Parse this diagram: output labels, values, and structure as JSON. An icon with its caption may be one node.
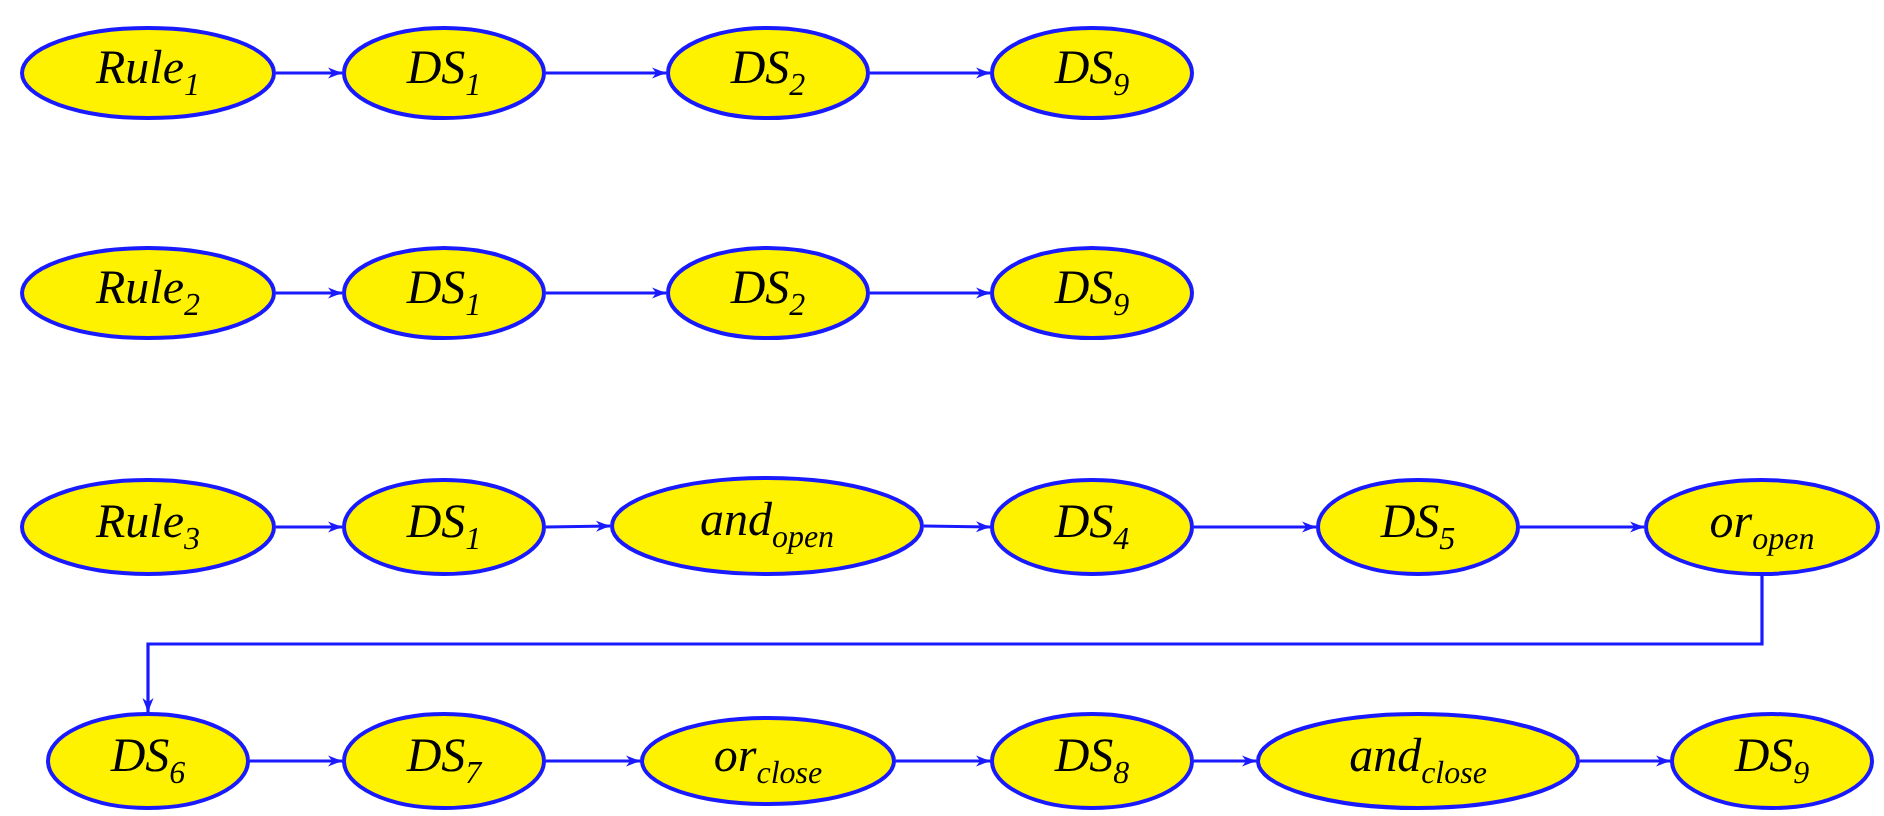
{
  "diagram": {
    "nodes": [
      {
        "text": [
          "Rule$_{1}$"
        ]
      },
      {
        "text": [
          "DS$_{1}$"
        ]
      },
      {
        "text": [
          "DS$_{2}$"
        ]
      },
      {
        "text": [
          "DS$_{9}$"
        ]
      },
      {
        "text": [
          "Rule$_{2}$"
        ]
      },
      {
        "text": [
          "DS$_{1}$"
        ]
      },
      {
        "text": [
          "DS$_{2}$"
        ]
      },
      {
        "text": [
          "DS$_{9}$"
        ]
      },
      {
        "text": [
          "Rule$_{3}$"
        ]
      },
      {
        "text": [
          "DS$_{1}$"
        ]
      },
      {
        "text": [
          "and$_{open}$"
        ]
      },
      {
        "text": [
          "DS$_{4}$"
        ]
      },
      {
        "text": [
          "DS$_{5}$"
        ]
      },
      {
        "text": [
          "or$_{open}$"
        ]
      },
      {
        "text": [
          "DS$_{6}$"
        ]
      },
      {
        "text": [
          "DS$_{7}$"
        ]
      },
      {
        "text": [
          "or$_{close}$"
        ]
      },
      {
        "text": [
          "DS$_{8}$"
        ]
      },
      {
        "text": [
          "and$_{close}$"
        ]
      },
      {
        "text": [
          "DS$_{9}$"
        ]
      }
    ],
    "edges": [
      {
        "from": 0,
        "to": 1,
        "arrow": "to"
      },
      {
        "from": 1,
        "to": 2,
        "arrow": "to"
      },
      {
        "from": 2,
        "to": 3,
        "arrow": "to"
      },
      {
        "from": 4,
        "to": 5,
        "arrow": "to"
      },
      {
        "from": 5,
        "to": 6,
        "arrow": "to"
      },
      {
        "from": 6,
        "to": 7,
        "arrow": "to"
      },
      {
        "from": 8,
        "to": 9,
        "arrow": "to"
      },
      {
        "from": 9,
        "to": 10,
        "arrow": "to"
      },
      {
        "from": 10,
        "to": 11,
        "arrow": "to"
      },
      {
        "from": 11,
        "to": 12,
        "arrow": "to"
      },
      {
        "from": 12,
        "to": 13,
        "arrow": "to"
      },
      {
        "from": 13,
        "to": 14,
        "arrow": "to"
      },
      {
        "from": 14,
        "to": 15,
        "arrow": "to"
      },
      {
        "from": 15,
        "to": 16,
        "arrow": "to"
      },
      {
        "from": 16,
        "to": 17,
        "arrow": "to"
      },
      {
        "from": 17,
        "to": 18,
        "arrow": "to"
      },
      {
        "from": 18,
        "to": 19,
        "arrow": "to"
      }
    ]
  }
}
